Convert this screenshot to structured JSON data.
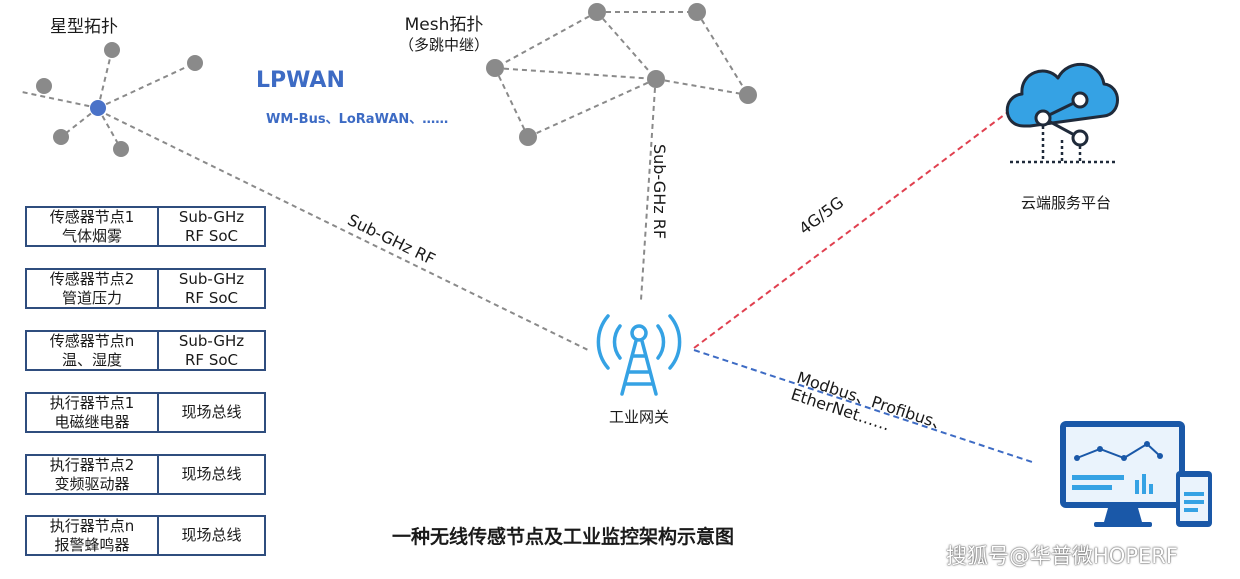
{
  "star_topology": {
    "title": "星型拓扑"
  },
  "mesh_topology": {
    "title": "Mesh拓扑",
    "subtitle": "（多跳中继）"
  },
  "lpwan": {
    "title": "LPWAN",
    "subtitle": "WM-Bus、LoRaWAN、……"
  },
  "links": {
    "star_to_gateway": "Sub-GHz  RF",
    "mesh_to_gateway": "Sub-GHz  RF",
    "gateway_to_cloud": "4G/5G",
    "gateway_to_monitor_line1": "Modbus、Profibus、",
    "gateway_to_monitor_line2": "EtherNet……"
  },
  "gateway": {
    "label": "工业网关",
    "icon": "antenna-tower-icon"
  },
  "cloud": {
    "label": "云端服务平台",
    "icon": "cloud-network-icon"
  },
  "monitor": {
    "icon": "monitor-dashboard-icon"
  },
  "nodes": [
    {
      "name_line1": "传感器节点1",
      "name_line2": "气体烟雾",
      "tech_line1": "Sub-GHz",
      "tech_line2": "RF SoC"
    },
    {
      "name_line1": "传感器节点2",
      "name_line2": "管道压力",
      "tech_line1": "Sub-GHz",
      "tech_line2": "RF SoC"
    },
    {
      "name_line1": "传感器节点n",
      "name_line2": "温、湿度",
      "tech_line1": "Sub-GHz",
      "tech_line2": "RF SoC"
    },
    {
      "name_line1": "执行器节点1",
      "name_line2": "电磁继电器",
      "tech_line1": "现场总线",
      "tech_line2": ""
    },
    {
      "name_line1": "执行器节点2",
      "name_line2": "变频驱动器",
      "tech_line1": "现场总线",
      "tech_line2": ""
    },
    {
      "name_line1": "执行器节点n",
      "name_line2": "报警蜂鸣器",
      "tech_line1": "现场总线",
      "tech_line2": ""
    }
  ],
  "diagram_title": "一种无线传感节点及工业监控架构示意图",
  "watermark": "搜狐号@华普微HOPERF",
  "colors": {
    "node_gray": "#8a8a8a",
    "star_center": "#4a72c8",
    "accent_blue": "#3d6bc4",
    "link_red": "#e0404f",
    "link_blue": "#3d6bc4",
    "box_border": "#2f4d7e",
    "cloud_blue": "#35a2e4"
  }
}
